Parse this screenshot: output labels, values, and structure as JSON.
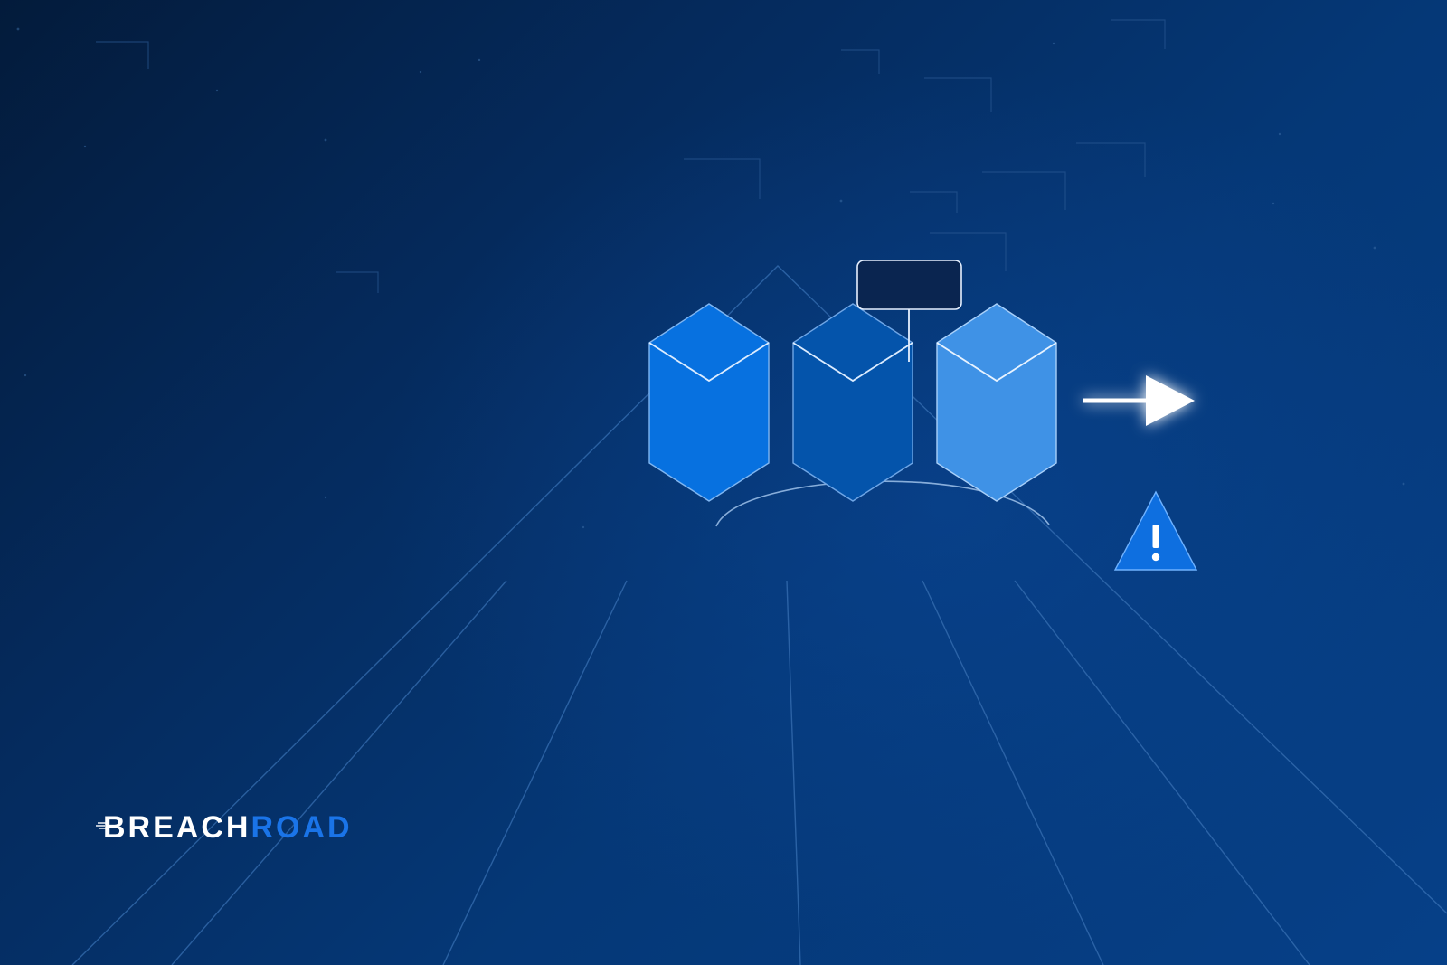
{
  "brand": {
    "name_primary": "BREACH",
    "name_accent": "ROAD",
    "colors": {
      "primary_text": "#ffffff",
      "accent_text": "#1a74e8"
    }
  },
  "illustration": {
    "cubes": [
      {
        "name": "cube-bright",
        "color": "#0771e0"
      },
      {
        "name": "cube-dark",
        "color": "#0454ab"
      },
      {
        "name": "cube-light",
        "color": "#3f92e6"
      }
    ],
    "callout_box": {
      "color": "#0a2550"
    },
    "arrow": {
      "icon": "arrow-right-icon",
      "color": "#ffffff"
    },
    "warning": {
      "icon": "warning-triangle-icon",
      "color": "#0e6fe0",
      "symbol": "!"
    }
  }
}
